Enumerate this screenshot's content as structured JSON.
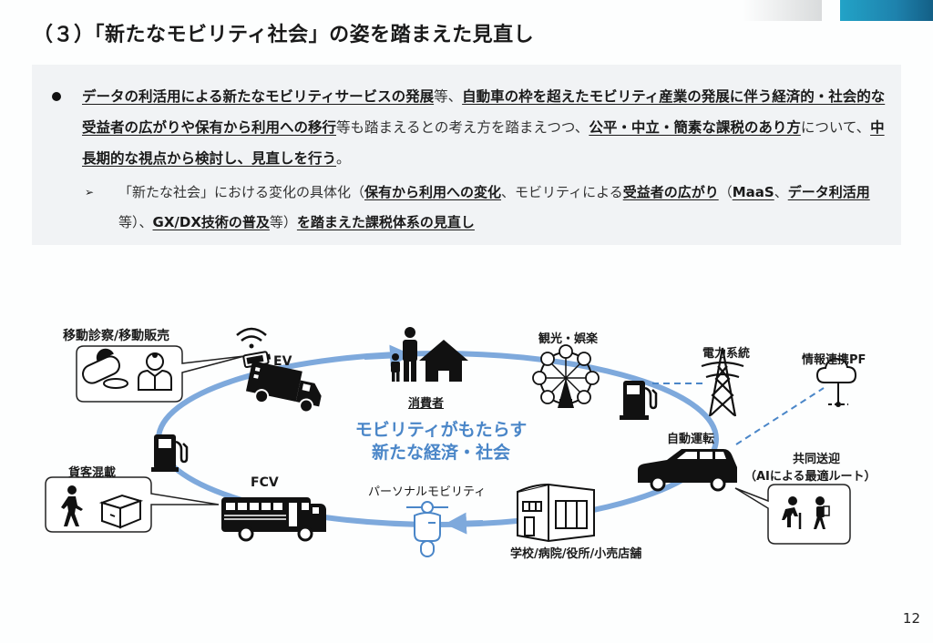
{
  "header": {
    "title": "（３）「新たなモビリティ社会」の姿を踏まえた見直し"
  },
  "summary": {
    "bullet": [
      {
        "text": "データの利活用による新たなモビリティサービスの発展",
        "emph": true
      },
      {
        "text": "等、",
        "emph": false
      },
      {
        "text": "自動車の枠を超えたモビリティ産業の発展に伴う経済的・社会的な受益者の広がりや保有から利用への移行",
        "emph": true
      },
      {
        "text": "等も踏まえるとの考え方を踏まえつつ、",
        "emph": false
      },
      {
        "text": "公平・中立・簡素な課税のあり方",
        "emph": true
      },
      {
        "text": "について、",
        "emph": false
      },
      {
        "text": "中長期的な視点から検討し、見直しを行う",
        "emph": true
      },
      {
        "text": "。",
        "emph": false
      }
    ],
    "sub_bullet": [
      {
        "text": "「新たな社会」における変化の具体化（",
        "emph": false
      },
      {
        "text": "保有から利用への変化",
        "emph": true
      },
      {
        "text": "、モビリティによる",
        "emph": false
      },
      {
        "text": "受益者の広がり",
        "emph": true
      },
      {
        "text": "（",
        "emph": false
      },
      {
        "text": "MaaS",
        "emph": true
      },
      {
        "text": "、",
        "emph": false
      },
      {
        "text": "データ利活用",
        "emph": true
      },
      {
        "text": "等）、",
        "emph": false
      },
      {
        "text": "GX/DX技術の普及",
        "emph": true
      },
      {
        "text": "等）",
        "emph": false
      },
      {
        "text": "を踏まえた課税体系の見直し",
        "emph": true
      }
    ]
  },
  "diagram": {
    "center_line1": "モビリティがもたらす",
    "center_line2": "新たな経済・社会",
    "labels": {
      "mobile_clinic": "移動診察/移動販売",
      "ev": "EV",
      "consumer": "消費者",
      "tourism": "観光・娯楽",
      "power_grid": "電力系統",
      "info_pf": "情報連携PF",
      "autonomous": "自動運転",
      "shared_ride_1": "共同送迎",
      "shared_ride_2": "（AIによる最適ルート）",
      "mixed_cargo": "貨客混載",
      "fcv": "FCV",
      "personal_mobility": "パーソナルモビリティ",
      "facilities": "学校/病院/役所/小売店舗"
    },
    "colors": {
      "loop": "#7ea9dc",
      "center_text": "#4a86c8",
      "dashed": "#4a86c8"
    }
  },
  "footer": {
    "page_number": "12"
  }
}
